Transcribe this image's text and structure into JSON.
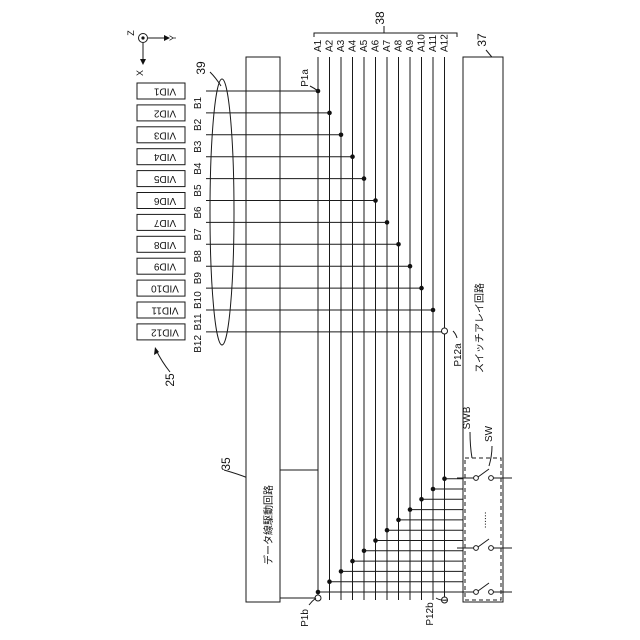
{
  "axes": {
    "z": "Z",
    "y": "Y",
    "x": "X"
  },
  "refs": {
    "sources": "25",
    "driver": "35",
    "switch_array": "37",
    "lines_group": "38",
    "bundle": "39"
  },
  "blocks": {
    "driver_title": "データ線駆動回路",
    "switch_array_title": "スイッチアレイ回路"
  },
  "points": {
    "p1a": "P1a",
    "p1b": "P1b",
    "p12a": "P12a",
    "p12b": "P12b"
  },
  "switch": {
    "swb": "SWB",
    "sw": "SW",
    "ellipsis": "......"
  },
  "lines_a": [
    "A1",
    "A2",
    "A3",
    "A4",
    "A5",
    "A6",
    "A7",
    "A8",
    "A9",
    "A10",
    "A11",
    "A12"
  ],
  "lines_b": [
    "B1",
    "B2",
    "B3",
    "B4",
    "B5",
    "B6",
    "B7",
    "B8",
    "B9",
    "B10",
    "B11",
    "B12"
  ],
  "sources": [
    "VID1",
    "VID2",
    "VID3",
    "VID4",
    "VID5",
    "VID6",
    "VID7",
    "VID8",
    "VID9",
    "VID10",
    "VID11",
    "VID12"
  ]
}
